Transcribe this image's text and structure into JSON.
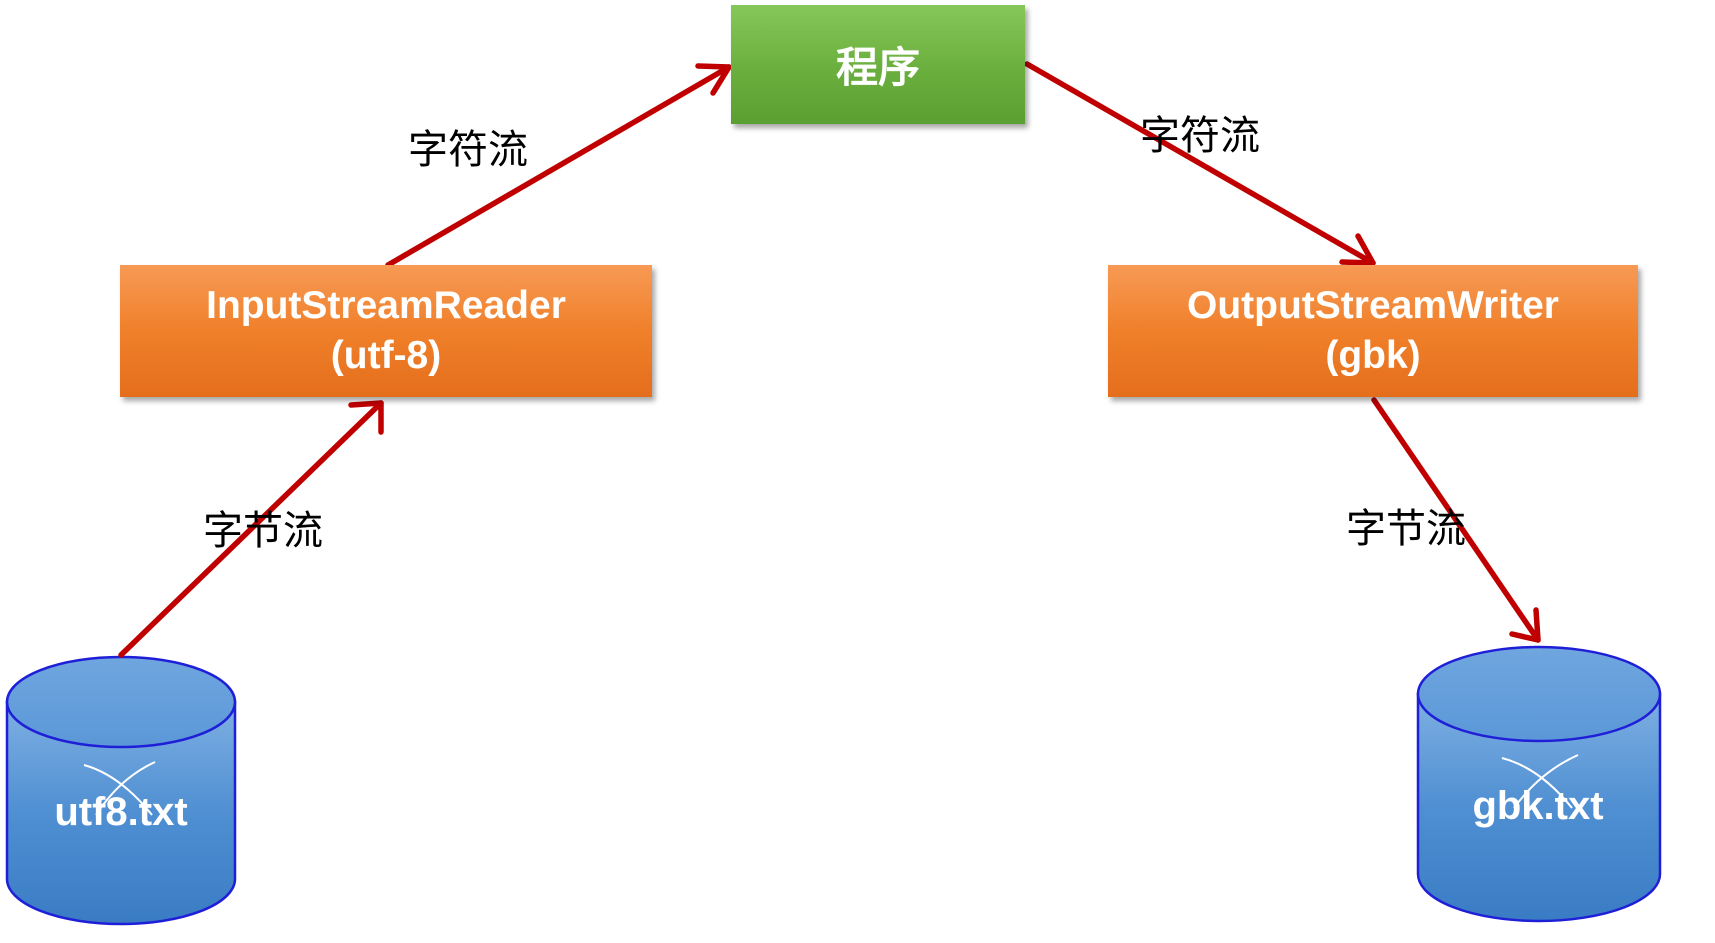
{
  "nodes": {
    "program": {
      "label": "程序"
    },
    "reader": {
      "line1": "InputStreamReader",
      "line2": "(utf-8)"
    },
    "writer": {
      "line1": "OutputStreamWriter",
      "line2": "(gbk)"
    },
    "source_file": {
      "label": "utf8.txt"
    },
    "target_file": {
      "label": "gbk.txt"
    }
  },
  "edges": {
    "reader_to_program": "字符流",
    "program_to_writer": "字符流",
    "source_to_reader": "字节流",
    "writer_to_target": "字节流"
  },
  "colors": {
    "arrow": "#c00000",
    "program_box": "#6aaf3e",
    "stream_box": "#f0802a",
    "cylinder_fill": "#5b9bd5",
    "cylinder_outline": "#1f1fd8"
  }
}
